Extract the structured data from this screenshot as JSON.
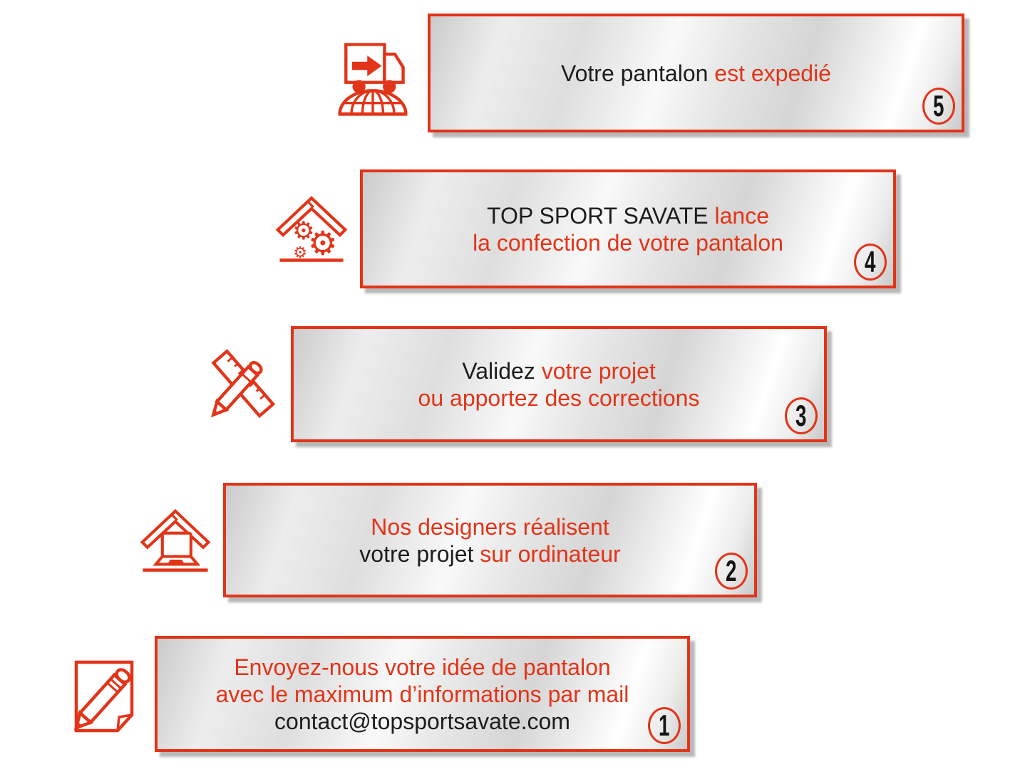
{
  "colors": {
    "accent_red": "#e23418",
    "text_black": "#1d1d1b",
    "panel_silver_light": "#f9f9f9",
    "panel_silver_dark": "#c9c9c9"
  },
  "banners": [
    {
      "step_number": "5",
      "icon": "delivery-truck-globe-icon",
      "lines": [
        {
          "segments": [
            {
              "text": "Votre pantalon ",
              "color": "black"
            },
            {
              "text": "est expedié",
              "color": "red"
            }
          ]
        }
      ]
    },
    {
      "step_number": "4",
      "icon": "workshop-roof-gears-icon",
      "lines": [
        {
          "segments": [
            {
              "text": "TOP SPORT SAVATE ",
              "color": "black"
            },
            {
              "text": "lance",
              "color": "red"
            }
          ]
        },
        {
          "segments": [
            {
              "text": "la confection de votre pantalon",
              "color": "red"
            }
          ]
        }
      ]
    },
    {
      "step_number": "3",
      "icon": "ruler-pencil-icon",
      "lines": [
        {
          "segments": [
            {
              "text": "Validez ",
              "color": "black"
            },
            {
              "text": "votre projet",
              "color": "red"
            }
          ]
        },
        {
          "segments": [
            {
              "text": "ou apportez des corrections",
              "color": "red"
            }
          ]
        }
      ]
    },
    {
      "step_number": "2",
      "icon": "workshop-roof-laptop-icon",
      "lines": [
        {
          "segments": [
            {
              "text": "Nos designers réalisent",
              "color": "red"
            }
          ]
        },
        {
          "segments": [
            {
              "text": "votre projet ",
              "color": "black"
            },
            {
              "text": "sur ordinateur",
              "color": "red"
            }
          ]
        }
      ]
    },
    {
      "step_number": "1",
      "icon": "note-pencil-icon",
      "lines": [
        {
          "segments": [
            {
              "text": "Envoyez-nous votre idée de pantalon",
              "color": "red"
            }
          ]
        },
        {
          "segments": [
            {
              "text": "avec le maximum d’informations par mail",
              "color": "red"
            }
          ]
        },
        {
          "segments": [
            {
              "text": "contact@topsportsavate.com",
              "color": "black"
            }
          ]
        }
      ]
    }
  ]
}
